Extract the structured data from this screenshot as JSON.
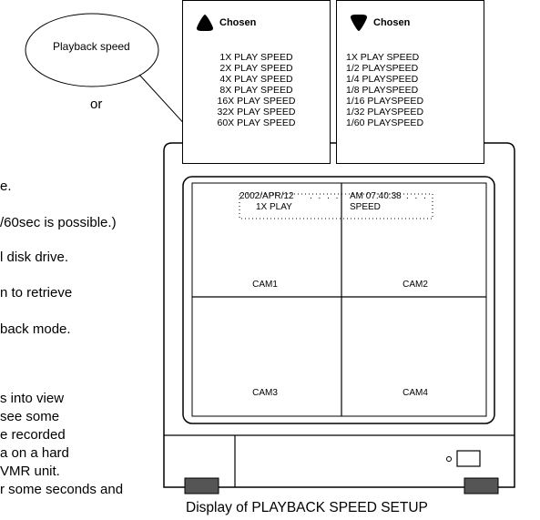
{
  "side_text": [
    "or",
    "e.",
    "/60sec is possible.)",
    "l disk drive.",
    "n to retrieve",
    "back mode.",
    "s into view",
    "see some",
    "e recorded",
    "a on a hard",
    "VMR unit.",
    "r some seconds and"
  ],
  "bubble": {
    "label": "Playback speed"
  },
  "panels": [
    {
      "title": "Chosen",
      "icon": "up-triangle-button-icon",
      "items": [
        "1X PLAY SPEED",
        "2X PLAY SPEED",
        "4X PLAY SPEED",
        "8X PLAY SPEED",
        "16X PLAY SPEED",
        "32X PLAY SPEED",
        "60X PLAY SPEED"
      ]
    },
    {
      "title": "Chosen",
      "icon": "down-triangle-button-icon",
      "items": [
        "1X PLAY SPEED",
        "1/2 PLAYSPEED",
        "1/4 PLAYSPEED",
        "1/8 PLAYSPEED",
        "1/16 PLAYSPEED",
        "1/32 PLAYSPEED",
        "1/60 PLAYSPEED"
      ]
    }
  ],
  "monitor": {
    "osd_date": "2002/APR/12",
    "osd_time": "AM 07:40:38",
    "osd_play": "1X PLAY",
    "osd_speed": "SPEED",
    "cams": [
      "CAM1",
      "CAM2",
      "CAM3",
      "CAM4"
    ]
  },
  "caption": "Display of PLAYBACK SPEED SETUP"
}
